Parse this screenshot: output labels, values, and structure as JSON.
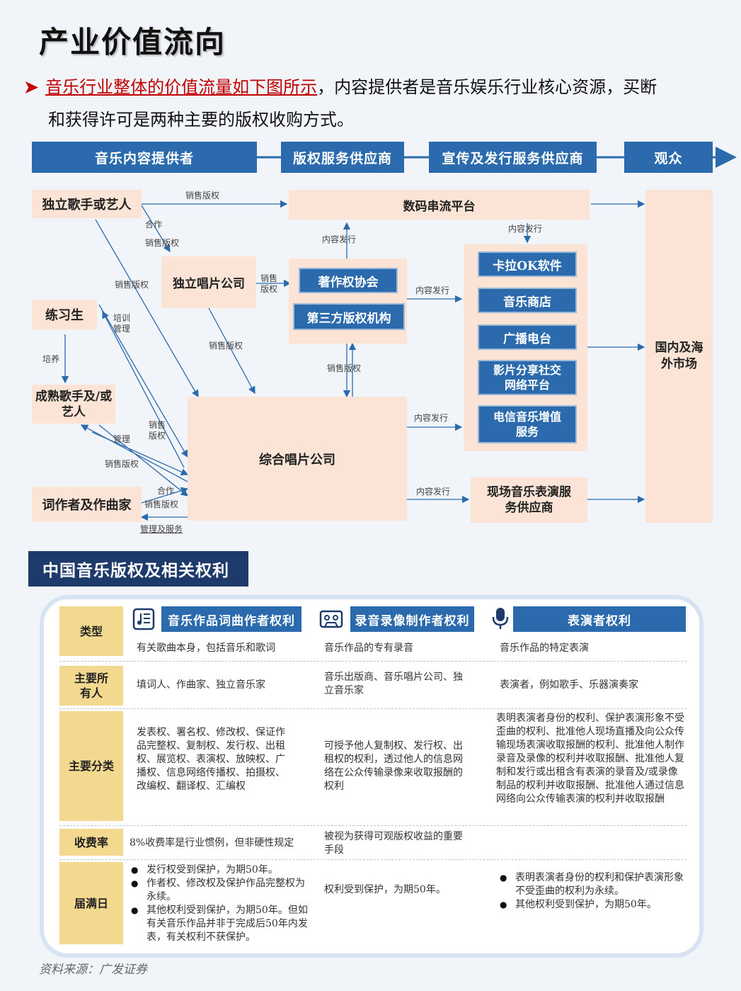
{
  "page": {
    "title": "产业价值流向",
    "intro_highlight": "音乐行业整体的价值流量如下图所示",
    "intro_rest_line1": "，内容提供者是音乐娱乐行业核心资源，买断",
    "intro_line2": "和获得许可是两种主要的版权收购方式。",
    "source": "资料来源：广发证券"
  },
  "flow": {
    "headers": [
      "音乐内容提供者",
      "版权服务供应商",
      "宣传及发行服务供应商",
      "观众"
    ],
    "nodes": {
      "indie_artist": "独立歌手或艺人",
      "trainee": "练习生",
      "mature_artist": "成熟歌手及/或艺人",
      "songwriter": "词作者及作曲家",
      "indie_label": "独立唱片公司",
      "major_label": "综合唱片公司",
      "copyright_assoc": "著作权协会",
      "third_party": "第三方版权机构",
      "streaming": "数码串流平台",
      "karaoke": "卡拉OK软件",
      "music_store": "音乐商店",
      "radio": "广播电台",
      "video_social": "影片分享社交网络平台",
      "telecom": "电信音乐增值服务",
      "live": "现场音乐表演服务供应商",
      "market": "国内及海外市场"
    },
    "labels": {
      "sell_rights": "销售版权",
      "cooperate": "合作",
      "content_release": "内容发行",
      "training_manage": "培训管理",
      "cultivate": "培养",
      "manage": "管理",
      "manage_service": "管理及服务"
    }
  },
  "table": {
    "section_title": "中国音乐版权及相关权利",
    "col_headers": [
      "音乐作品词曲作者权利",
      "录音录像制作者权利",
      "表演者权利"
    ],
    "rows": [
      {
        "head": "类型",
        "c1": "有关歌曲本身，包括音乐和歌词",
        "c2": "音乐作品的专有录音",
        "c3": "音乐作品的特定表演"
      },
      {
        "head": "主要所有人",
        "c1": "填词人、作曲家、独立音乐家",
        "c2": "音乐出版商、音乐唱片公司、独立音乐家",
        "c3": "表演者，例如歌手、乐器演奏家"
      },
      {
        "head": "主要分类",
        "c1": "发表权、署名权、修改权、保证作品完整权、复制权、发行权、出租权、展览权、表演权、放映权、广播权、信息网络传播权、拍摄权、改编权、翻译权、汇编权",
        "c2": "可授予他人复制权、发行权、出租权的权利，透过他人的信息网络在公众传输录像来收取报酬的权利",
        "c3": "表明表演者身份的权利、保护表演形象不受歪曲的权利、批准他人现场直播及向公众传输现场表演收取报酬的权利、批准他人制作录音及录像的权利并收取报酬、批准他人复制和发行或出租含有表演的录音及/或录像制品的权利并收取报酬、批准他人通过信息网络向公众传输表演的权利并收取报酬"
      },
      {
        "head": "收费率",
        "c1": "8%收费率是行业惯例，但非硬性规定",
        "c2": "被视为获得可观版权收益的重要手段",
        "c3": ""
      },
      {
        "head": "届满日",
        "c1_items": [
          "发行权受到保护，为期50年。",
          "作者权、修改权及保护作品完整权为永续。",
          "其他权利受到保护，为期50年。但如有关音乐作品并非于完成后50年内发表，有关权利不获保护。"
        ],
        "c2": "权利受到保护，为期50年。",
        "c3_items": [
          "表明表演者身份的权利和保护表演形象不受歪曲的权利为永续。",
          "其他权利受到保护，为期50年。"
        ]
      }
    ]
  }
}
